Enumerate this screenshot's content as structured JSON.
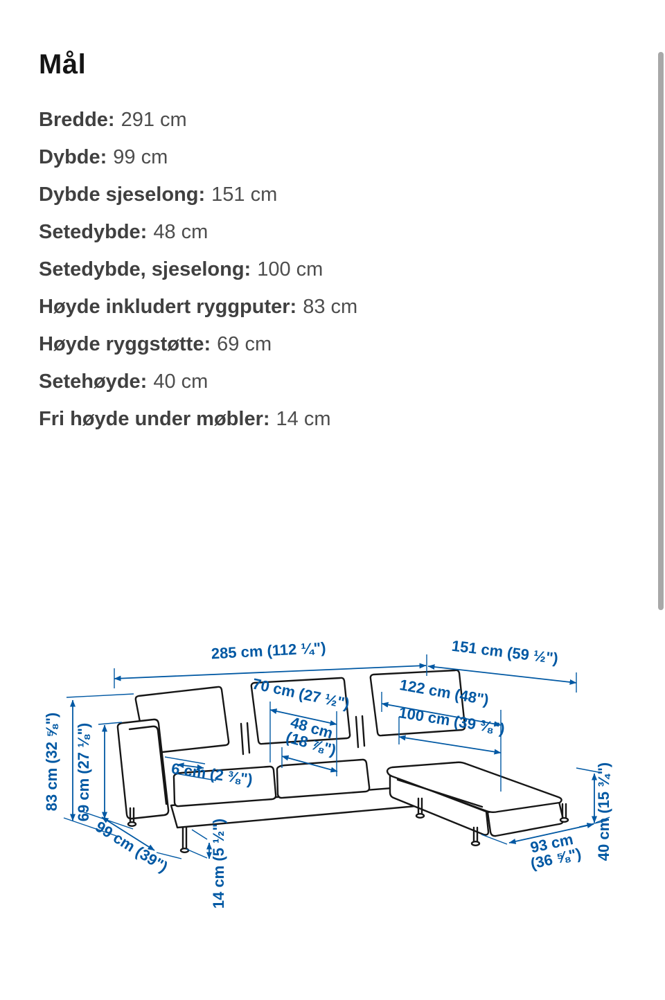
{
  "page": {
    "title": "Mål"
  },
  "measurements": [
    {
      "label": "Bredde:",
      "value": "291 cm"
    },
    {
      "label": "Dybde:",
      "value": "99 cm"
    },
    {
      "label": "Dybde sjeselong:",
      "value": "151 cm"
    },
    {
      "label": "Setedybde:",
      "value": "48 cm"
    },
    {
      "label": "Setedybde, sjeselong:",
      "value": "100 cm"
    },
    {
      "label": "Høyde inkludert ryggputer:",
      "value": "83 cm"
    },
    {
      "label": "Høyde ryggstøtte:",
      "value": "69 cm"
    },
    {
      "label": "Setehøyde:",
      "value": "40 cm"
    },
    {
      "label": "Fri høyde under møbler:",
      "value": "14 cm"
    }
  ],
  "diagram": {
    "description": "Line drawing of sofa with chaise longue and dimension arrows",
    "accent_color": "#0058a3",
    "outline_color": "#161616",
    "labels": {
      "width_total": "285 cm (112 ¼\")",
      "chaise_depth_total": "151 cm (59 ½\")",
      "seat_width": "70 cm (27 ½\")",
      "chaise_cushion_length": "122 cm (48\")",
      "seat_depth_line1": "48 cm",
      "seat_depth_line2": "(18 ⅞\")",
      "chaise_seat_depth": "100 cm (39 ⅜\")",
      "armrest_width": "6 cm (2 ⅜\")",
      "height_total": "83 cm (32 ⅝\")",
      "back_height": "69 cm (27 ⅛\")",
      "depth_total": "99 cm (39\")",
      "clearance_under": "14 cm (5 ½\")",
      "chaise_width_line1": "93 cm",
      "chaise_width_line2": "(36 ⅝\")",
      "seat_height": "40 cm (15 ¾\")"
    }
  },
  "scrollbar": {
    "visible": true
  }
}
